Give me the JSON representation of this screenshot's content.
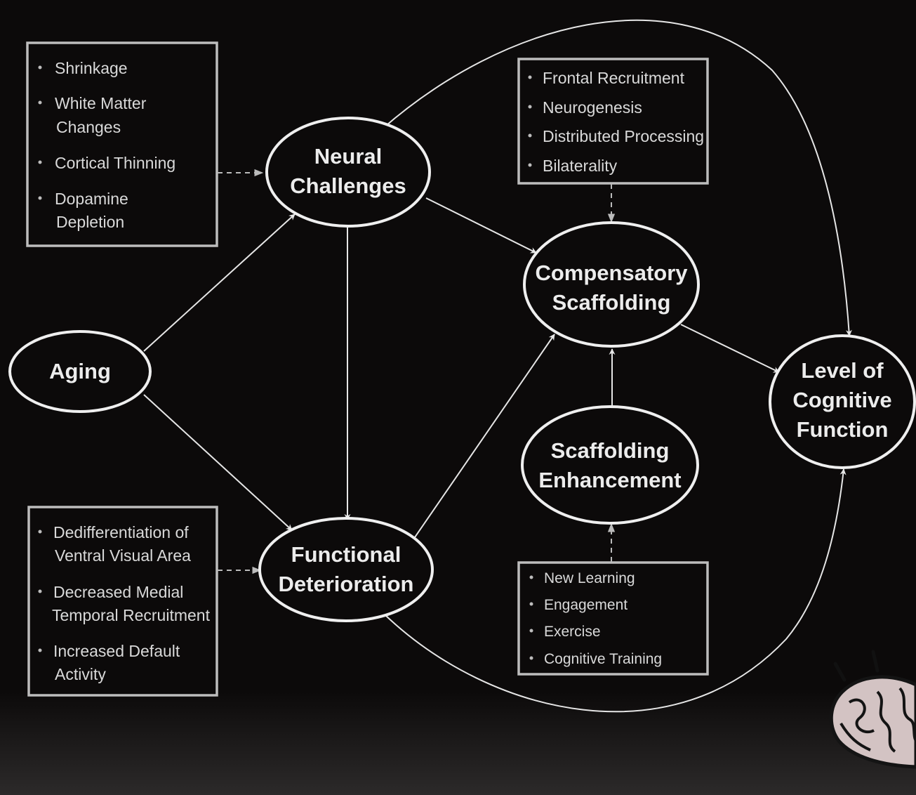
{
  "nodes": {
    "aging": [
      "Aging"
    ],
    "neural": [
      "Neural",
      "Challenges"
    ],
    "functional": [
      "Functional",
      "Deterioration"
    ],
    "compensatory": [
      "Compensatory",
      "Scaffolding"
    ],
    "enhancement": [
      "Scaffolding",
      "Enhancement"
    ],
    "level": [
      "Level of",
      "Cognitive",
      "Function"
    ]
  },
  "boxes": {
    "neural_factors": [
      [
        "Shrinkage"
      ],
      [
        "White Matter",
        "Changes"
      ],
      [
        "Cortical Thinning"
      ],
      [
        "Dopamine",
        "Depletion"
      ]
    ],
    "functional_factors": [
      [
        "Dedifferentiation of",
        "Ventral Visual Area"
      ],
      [
        "Decreased Medial",
        "Temporal Recruitment"
      ],
      [
        "Increased Default",
        "Activity"
      ]
    ],
    "compensation_factors": [
      [
        "Frontal Recruitment"
      ],
      [
        "Neurogenesis"
      ],
      [
        "Distributed Processing"
      ],
      [
        "Bilaterality"
      ]
    ],
    "enhancement_factors": [
      [
        "New Learning"
      ],
      [
        "Engagement"
      ],
      [
        "Exercise"
      ],
      [
        "Cognitive Training"
      ]
    ]
  },
  "icons": {
    "brain": "brain-icon"
  }
}
